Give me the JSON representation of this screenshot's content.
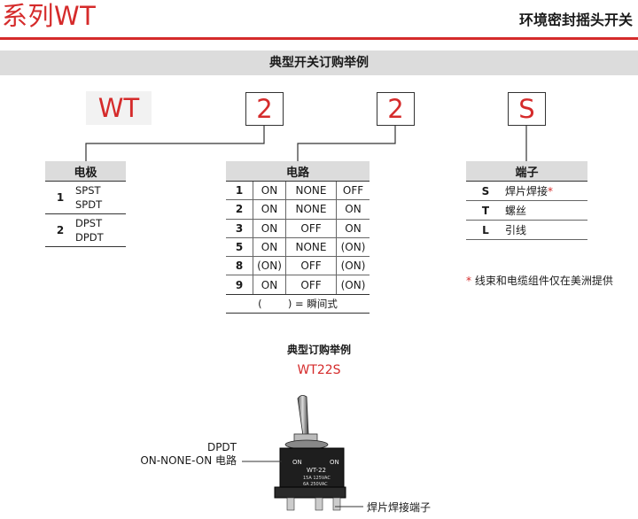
{
  "header": {
    "series_title": "系列WT",
    "subtitle": "环境密封摇头开关"
  },
  "section": {
    "title": "典型开关订购举例"
  },
  "order_code": {
    "series": "WT",
    "poles": "2",
    "circuit": "2",
    "terminal": "S"
  },
  "poles_table": {
    "header": "电极",
    "rows": [
      {
        "key": "1",
        "line1": "SPST",
        "line2": "SPDT"
      },
      {
        "key": "2",
        "line1": "DPST",
        "line2": "DPDT"
      }
    ]
  },
  "circuit_table": {
    "header": "电路",
    "rows": [
      {
        "key": "1",
        "c1": "ON",
        "c2": "NONE",
        "c3": "OFF"
      },
      {
        "key": "2",
        "c1": "ON",
        "c2": "NONE",
        "c3": "ON"
      },
      {
        "key": "3",
        "c1": "ON",
        "c2": "OFF",
        "c3": "ON"
      },
      {
        "key": "5",
        "c1": "ON",
        "c2": "NONE",
        "c3": "(ON)"
      },
      {
        "key": "8",
        "c1": "(ON)",
        "c2": "OFF",
        "c3": "(ON)"
      },
      {
        "key": "9",
        "c1": "ON",
        "c2": "OFF",
        "c3": "(ON)"
      }
    ],
    "legend": "(        ) = 瞬间式"
  },
  "terminal_table": {
    "header": "端子",
    "rows": [
      {
        "key": "S",
        "label": "焊片焊接",
        "mark": "*"
      },
      {
        "key": "T",
        "label": "螺丝",
        "mark": ""
      },
      {
        "key": "L",
        "label": "引线",
        "mark": ""
      }
    ]
  },
  "footnote": {
    "mark": "*",
    "text": "线束和电缆组件仅在美洲提供"
  },
  "example": {
    "title": "典型订购举例",
    "code": "WT22S",
    "callout_circuit_line1": "DPDT",
    "callout_circuit_line2": "ON-NONE-ON 电路",
    "callout_terminal": "焊片焊接端子",
    "switch_model": "WT-22",
    "switch_on_left": "ON",
    "switch_on_right": "ON",
    "switch_rating1": "15A 125VAC",
    "switch_rating2": "6A 250VAC"
  },
  "colors": {
    "accent": "#d52b2b",
    "band": "#dcdcdc",
    "text": "#1a1a1a"
  }
}
